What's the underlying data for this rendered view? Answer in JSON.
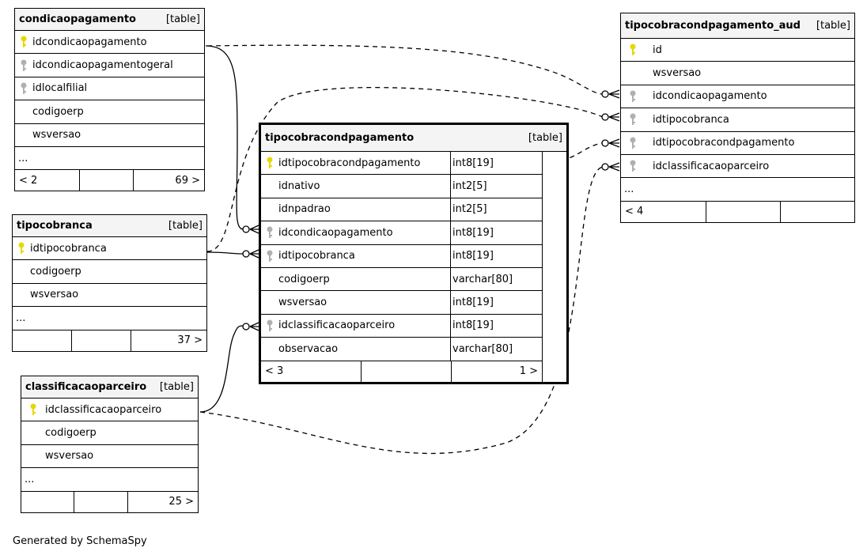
{
  "tables": {
    "condicaopagamento": {
      "name": "condicaopagamento",
      "type": "[table]",
      "columns": [
        {
          "name": "idcondicaopagamento",
          "key": "primary"
        },
        {
          "name": "idcondicaopagamentogeral",
          "key": "foreign"
        },
        {
          "name": "idlocalfilial",
          "key": "foreign"
        },
        {
          "name": "codigoerp",
          "key": ""
        },
        {
          "name": "wsversao",
          "key": ""
        }
      ],
      "more": "...",
      "foot_left": "< 2",
      "foot_right": "69 >"
    },
    "tipocobranca": {
      "name": "tipocobranca",
      "type": "[table]",
      "columns": [
        {
          "name": "idtipocobranca",
          "key": "primary"
        },
        {
          "name": "codigoerp",
          "key": ""
        },
        {
          "name": "wsversao",
          "key": ""
        }
      ],
      "more": "...",
      "foot_left": "",
      "foot_right": "37 >"
    },
    "classificacaoparceiro": {
      "name": "classificacaoparceiro",
      "type": "[table]",
      "columns": [
        {
          "name": "idclassificacaoparceiro",
          "key": "primary"
        },
        {
          "name": "codigoerp",
          "key": ""
        },
        {
          "name": "wsversao",
          "key": ""
        }
      ],
      "more": "...",
      "foot_left": "",
      "foot_right": "25 >"
    },
    "tipocobracondpagamento": {
      "name": "tipocobracondpagamento",
      "type": "[table]",
      "columns": [
        {
          "name": "idtipocobracondpagamento",
          "type": "int8[19]",
          "key": "primary"
        },
        {
          "name": "idnativo",
          "type": "int2[5]",
          "key": ""
        },
        {
          "name": "idnpadrao",
          "type": "int2[5]",
          "key": ""
        },
        {
          "name": "idcondicaopagamento",
          "type": "int8[19]",
          "key": "foreign"
        },
        {
          "name": "idtipocobranca",
          "type": "int8[19]",
          "key": "foreign"
        },
        {
          "name": "codigoerp",
          "type": "varchar[80]",
          "key": ""
        },
        {
          "name": "wsversao",
          "type": "int8[19]",
          "key": ""
        },
        {
          "name": "idclassificacaoparceiro",
          "type": "int8[19]",
          "key": "foreign"
        },
        {
          "name": "observacao",
          "type": "varchar[80]",
          "key": ""
        }
      ],
      "foot_left": "< 3",
      "foot_right": "1 >"
    },
    "tipocobracondpagamento_aud": {
      "name": "tipocobracondpagamento_aud",
      "type": "[table]",
      "columns": [
        {
          "name": "id",
          "key": "primary"
        },
        {
          "name": "wsversao",
          "key": ""
        },
        {
          "name": "idcondicaopagamento",
          "key": "foreign"
        },
        {
          "name": "idtipocobranca",
          "key": "foreign"
        },
        {
          "name": "idtipocobracondpagamento",
          "key": "foreign"
        },
        {
          "name": "idclassificacaoparceiro",
          "key": "foreign"
        }
      ],
      "more": "...",
      "foot_left": "< 4",
      "foot_right": ""
    }
  },
  "colors": {
    "primary_key": "#e8d800",
    "foreign_key": "#b0b0b0",
    "header_bg": "#f4f4f4"
  },
  "footer": "Generated by SchemaSpy"
}
